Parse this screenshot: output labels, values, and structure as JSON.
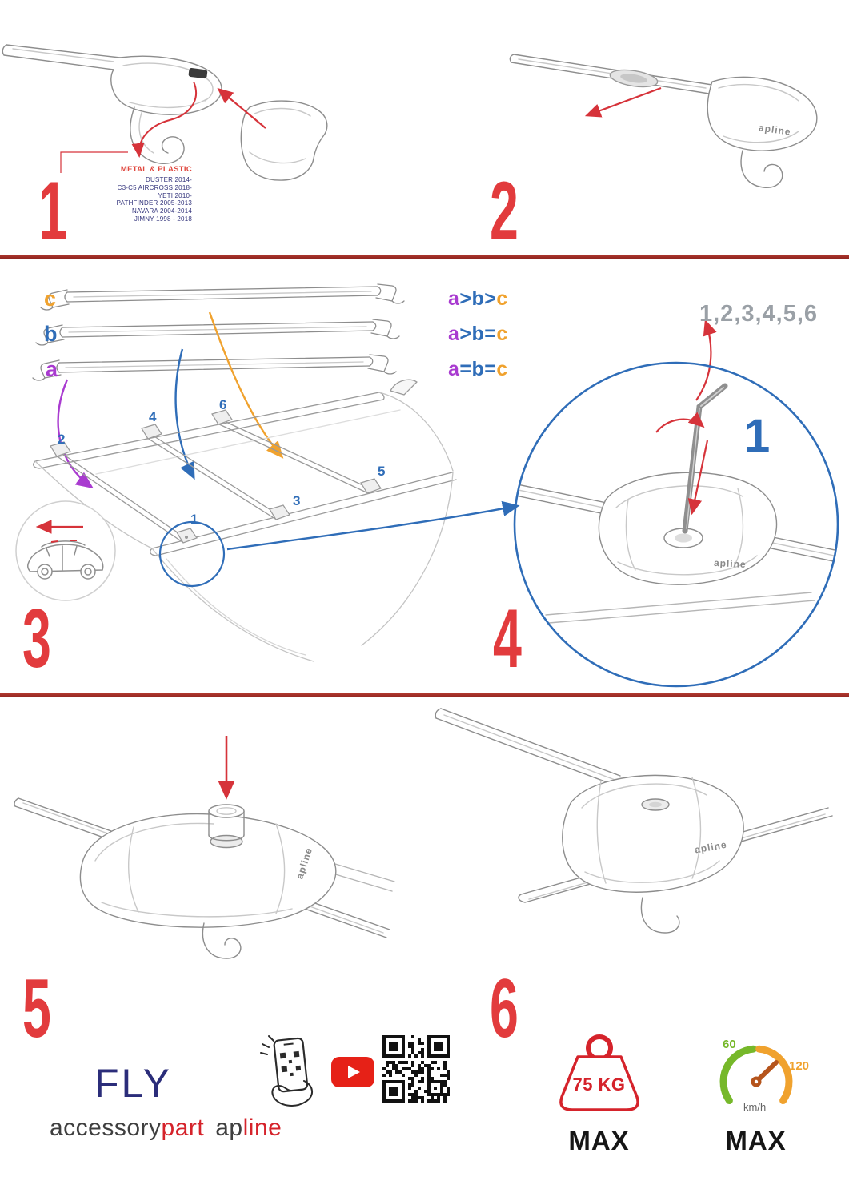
{
  "colors": {
    "accent_red": "#d6333a",
    "step_number_red": "#e23b3d",
    "divider_red": "#a12c28",
    "blue": "#2f6db8",
    "purple": "#a93bd0",
    "orange": "#f0a22e",
    "navy_text": "#33347c",
    "sequence_gray": "#9aa0a6",
    "youtube_red": "#e62117",
    "gauge_green": "#76b82a",
    "gauge_orange": "#f0a22e",
    "brand_red": "#d5232b",
    "brand_dark": "#3f3f3f"
  },
  "steps": {
    "n1": "1",
    "n2": "2",
    "n3": "3",
    "n4": "4",
    "n5": "5",
    "n6": "6"
  },
  "step1": {
    "material": "METAL & PLASTIC",
    "models": [
      "DUSTER 2014-",
      "C3-C5 AIRCROSS 2018-",
      "YETI 2010-",
      "PATHFINDER 2005-2013",
      "NAVARA 2004-2014",
      "JIMNY 1998 - 2018"
    ]
  },
  "step3": {
    "bars": [
      {
        "label": "c",
        "color": "#f0a22e"
      },
      {
        "label": "b",
        "color": "#2f6db8"
      },
      {
        "label": "a",
        "color": "#a93bd0"
      }
    ],
    "formulas": [
      {
        "parts": [
          {
            "t": "a",
            "c": "#a93bd0"
          },
          {
            "t": ">",
            "c": "#2f6db8"
          },
          {
            "t": "b",
            "c": "#2f6db8"
          },
          {
            "t": ">",
            "c": "#2f6db8"
          },
          {
            "t": "c",
            "c": "#f0a22e"
          }
        ]
      },
      {
        "parts": [
          {
            "t": "a",
            "c": "#a93bd0"
          },
          {
            "t": ">",
            "c": "#2f6db8"
          },
          {
            "t": "b",
            "c": "#2f6db8"
          },
          {
            "t": "=",
            "c": "#2f6db8"
          },
          {
            "t": "c",
            "c": "#f0a22e"
          }
        ]
      },
      {
        "parts": [
          {
            "t": "a",
            "c": "#a93bd0"
          },
          {
            "t": "=",
            "c": "#2f6db8"
          },
          {
            "t": "b",
            "c": "#2f6db8"
          },
          {
            "t": "=",
            "c": "#2f6db8"
          },
          {
            "t": "c",
            "c": "#f0a22e"
          }
        ]
      }
    ],
    "roof_numbers": {
      "p1": "1",
      "p2": "2",
      "p3": "3",
      "p4": "4",
      "p5": "5",
      "p6": "6"
    }
  },
  "step4": {
    "sequence": "1,2,3,4,5,6",
    "highlight": "1"
  },
  "brand": {
    "fly": "FLY",
    "accessory": "accessory",
    "part": "part",
    "ap": "ap",
    "line": "line",
    "part_logo": "apline"
  },
  "limits": {
    "weight": "75 KG",
    "weight_max": "MAX",
    "speed_low": "60",
    "speed_high": "120",
    "speed_unit": "km/h",
    "speed_max": "MAX"
  }
}
